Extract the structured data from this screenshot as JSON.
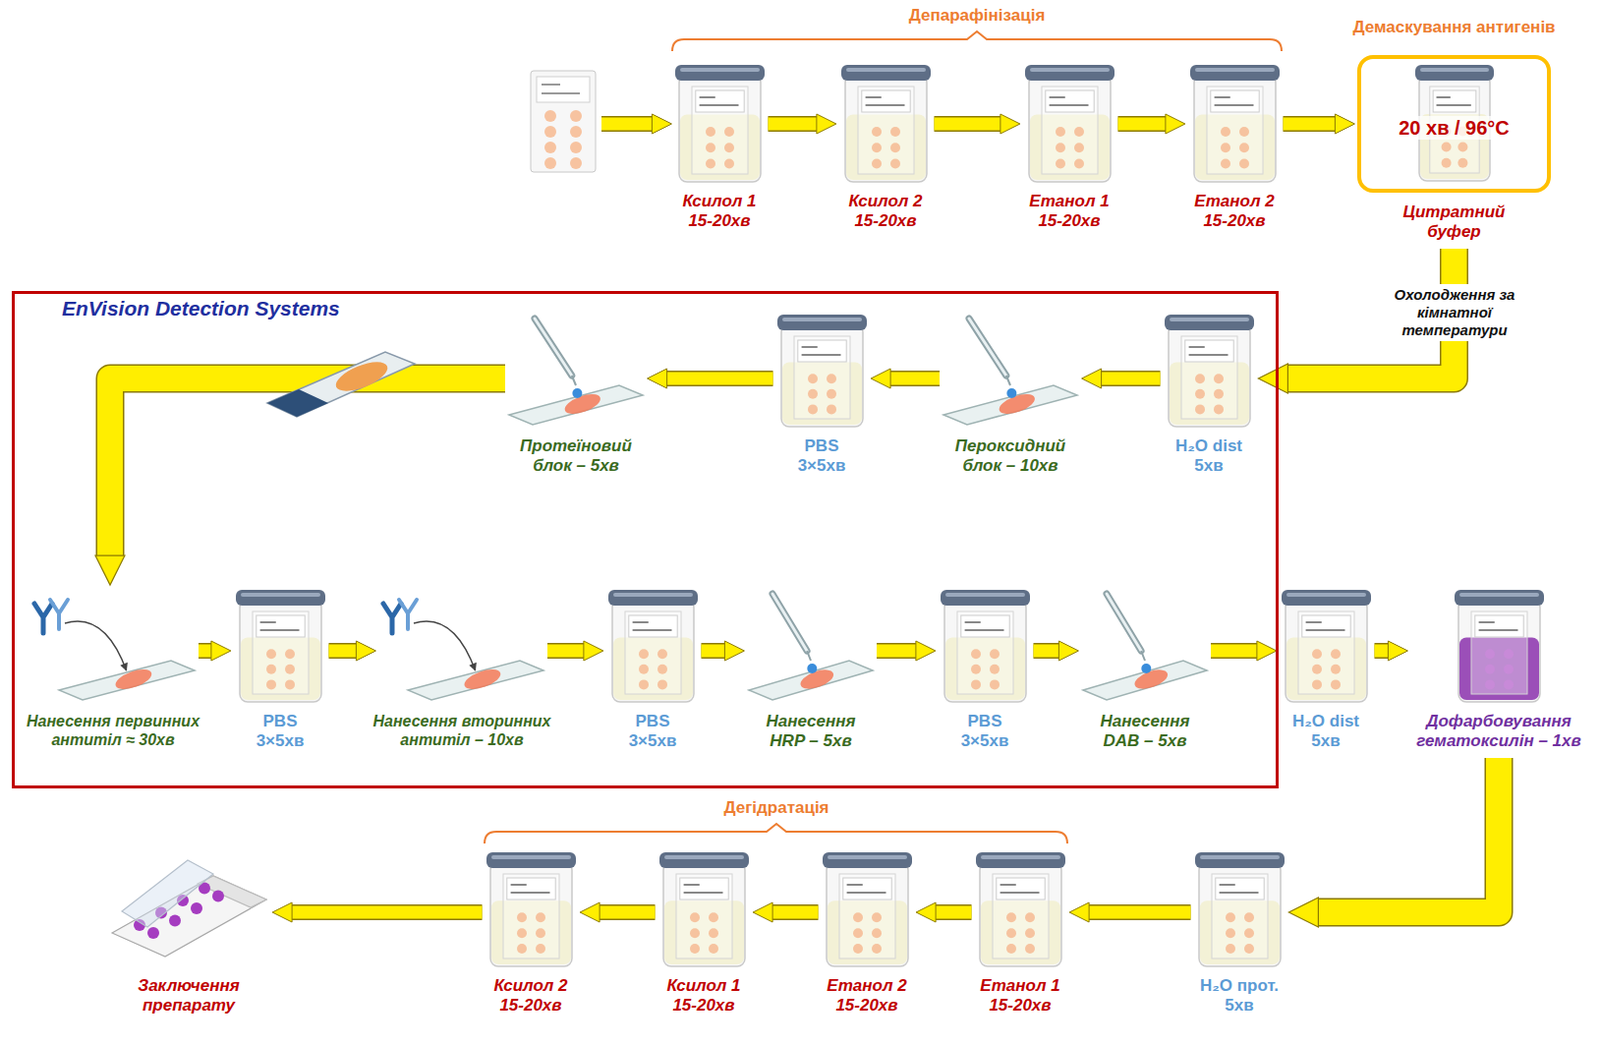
{
  "diagram": {
    "nodes": [
      {
        "text": [
          "Ксилол 1 15-20хв"
        ]
      },
      {
        "text": [
          "Ксилол 2 15-20хв"
        ]
      },
      {
        "text": [
          "Етанол 1 15-20хв"
        ]
      },
      {
        "text": [
          "Етанол 2 15-20хв"
        ]
      },
      {
        "text": [
          "Демаскування антигенів",
          "20 хв / 96°C",
          "Цитратний буфер"
        ]
      },
      {
        "text": [
          "EnVision Detection Systems"
        ]
      },
      {
        "text": [
          "H₂O dist 5хв"
        ],
        "in": 5
      },
      {
        "text": [
          "Пероксидний блок – 10хв"
        ],
        "in": 5
      },
      {
        "text": [
          "PBS 3×5хв"
        ],
        "in": 5
      },
      {
        "text": [
          "Протеїновий блок – 5хв"
        ],
        "in": 5
      },
      {
        "text": [
          "Нанесення первинних антитіл ≈ 30хв"
        ],
        "in": 5
      },
      {
        "text": [
          "PBS 3×5хв"
        ],
        "in": 5
      },
      {
        "text": [
          "Нанесення вторинних антитіл – 10хв"
        ],
        "in": 5
      },
      {
        "text": [
          "PBS 3×5хв"
        ],
        "in": 5
      },
      {
        "text": [
          "Нанесення HRP – 5хв"
        ],
        "in": 5
      },
      {
        "text": [
          "PBS 3×5хв"
        ],
        "in": 5
      },
      {
        "text": [
          "Нанесення DAB – 5хв"
        ],
        "in": 5
      },
      {
        "text": [
          "H₂O dist 5хв"
        ]
      },
      {
        "text": [
          "Дофарбовування гематоксилін – 1хв"
        ]
      },
      {
        "text": [
          "H₂O прот. 5хв"
        ]
      },
      {
        "text": [
          "Етанол 1 15-20хв"
        ]
      },
      {
        "text": [
          "Етанол 2 15-20хв"
        ]
      },
      {
        "text": [
          "Ксилол 1 15-20хв"
        ]
      },
      {
        "text": [
          "Ксилол 2 15-20хв"
        ]
      },
      {
        "text": [
          "Заключення препарату"
        ]
      }
    ],
    "edges": [
      {
        "from": 0,
        "to": 1,
        "arrow": "to"
      },
      {
        "from": 1,
        "to": 2,
        "arrow": "to"
      },
      {
        "from": 2,
        "to": 3,
        "arrow": "to"
      },
      {
        "from": 3,
        "to": 4,
        "arrow": "to"
      },
      {
        "from": 4,
        "to": 6,
        "label": "Охолодження за кімнатної температури",
        "arrow": "to"
      },
      {
        "from": 6,
        "to": 7,
        "arrow": "to"
      },
      {
        "from": 7,
        "to": 8,
        "arrow": "to"
      },
      {
        "from": 8,
        "to": 9,
        "arrow": "to"
      },
      {
        "from": 9,
        "to": 10,
        "arrow": "to"
      },
      {
        "from": 10,
        "to": 11,
        "arrow": "to"
      },
      {
        "from": 11,
        "to": 12,
        "arrow": "to"
      },
      {
        "from": 12,
        "to": 13,
        "arrow": "to"
      },
      {
        "from": 13,
        "to": 14,
        "arrow": "to"
      },
      {
        "from": 14,
        "to": 15,
        "arrow": "to"
      },
      {
        "from": 15,
        "to": 16,
        "arrow": "to"
      },
      {
        "from": 16,
        "to": 17,
        "arrow": "to"
      },
      {
        "from": 17,
        "to": 18,
        "arrow": "to"
      },
      {
        "from": 18,
        "to": 19,
        "arrow": "to"
      },
      {
        "from": 19,
        "to": 20,
        "arrow": "to"
      },
      {
        "from": 20,
        "to": 21,
        "arrow": "to"
      },
      {
        "from": 21,
        "to": 22,
        "arrow": "to"
      },
      {
        "from": 22,
        "to": 23,
        "arrow": "to"
      },
      {
        "from": 23,
        "to": 24,
        "arrow": "to"
      }
    ],
    "labels": [
      "Депарафінізація",
      "Дегідратація"
    ]
  }
}
